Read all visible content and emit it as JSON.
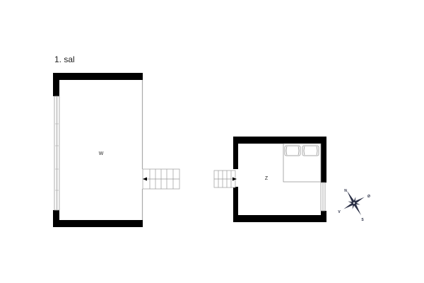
{
  "floor": {
    "label": "1. sal"
  },
  "rooms": [
    {
      "id": "W",
      "label": "W"
    },
    {
      "id": "Z",
      "label": "Z"
    }
  ],
  "compass": {
    "north": "N",
    "east": "Ø",
    "south": "S",
    "west": "V"
  },
  "colors": {
    "wall": "#000000",
    "line": "#999999",
    "background": "#ffffff",
    "compass": "#2a2f45"
  }
}
